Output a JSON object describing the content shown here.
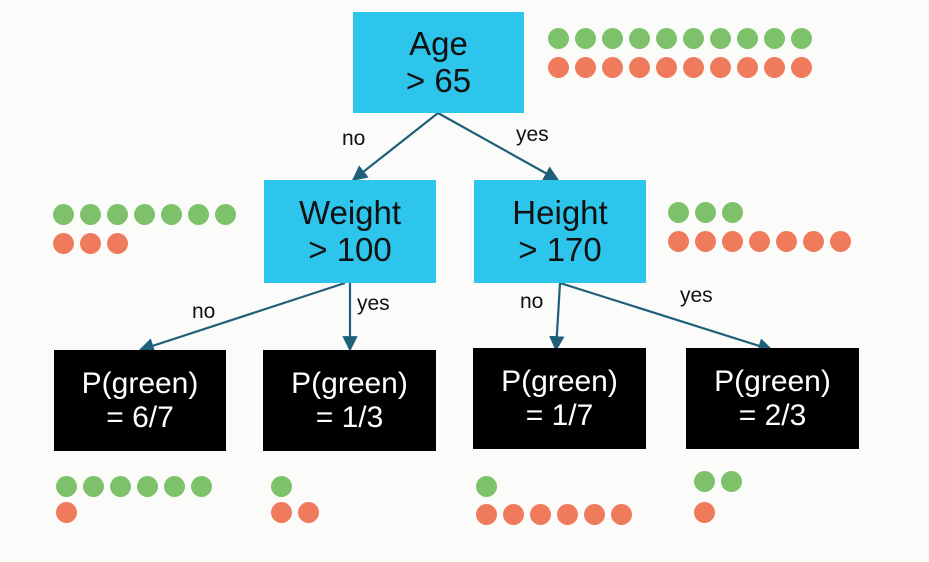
{
  "colors": {
    "decision_fill": "#2ec5ec",
    "leaf_fill": "#000000",
    "edge": "#1f5f7a",
    "green_dot": "#7dc26a",
    "red_dot": "#ef7a5c"
  },
  "nodes": {
    "age": {
      "line1": "Age",
      "line2": "> 65",
      "green": 10,
      "red": 10
    },
    "weight": {
      "line1": "Weight",
      "line2": "> 100",
      "green": 7,
      "red": 3
    },
    "height": {
      "line1": "Height",
      "line2": "> 170",
      "green": 3,
      "red": 7
    },
    "leaf1": {
      "line1": "P(green)",
      "line2": "= 6/7",
      "green": 6,
      "red": 1
    },
    "leaf2": {
      "line1": "P(green)",
      "line2": "= 1/3",
      "green": 1,
      "red": 2
    },
    "leaf3": {
      "line1": "P(green)",
      "line2": "= 1/7",
      "green": 1,
      "red": 6
    },
    "leaf4": {
      "line1": "P(green)",
      "line2": "= 2/3",
      "green": 2,
      "red": 1
    }
  },
  "edges": {
    "age_weight": "no",
    "age_height": "yes",
    "weight_leaf1": "no",
    "weight_leaf2": "yes",
    "height_leaf3": "no",
    "height_leaf4": "yes"
  }
}
